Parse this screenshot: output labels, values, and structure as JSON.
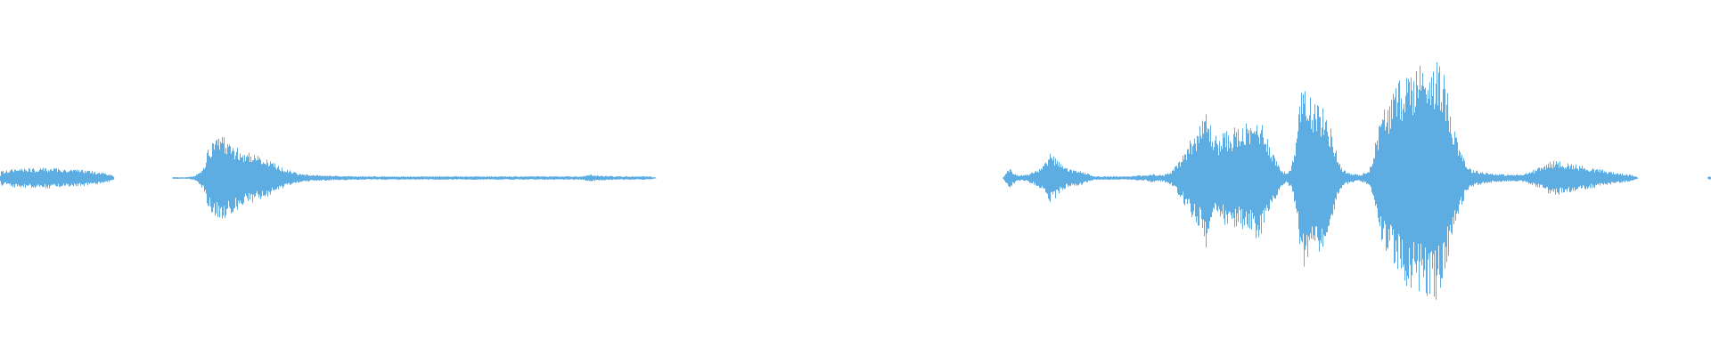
{
  "waveform": {
    "color": "#5dade2",
    "envelope": [
      [
        0,
        4
      ],
      [
        0.0008,
        10
      ],
      [
        0.002,
        8
      ],
      [
        0.006,
        10
      ],
      [
        0.012,
        12
      ],
      [
        0.02,
        11
      ],
      [
        0.03,
        12
      ],
      [
        0.04,
        10
      ],
      [
        0.05,
        9
      ],
      [
        0.06,
        6
      ],
      [
        0.066,
        3
      ],
      [
        0.0668,
        0
      ],
      [
        0.1,
        0
      ],
      [
        0.1008,
        1
      ],
      [
        0.11,
        1
      ],
      [
        0.114,
        3
      ],
      [
        0.117,
        8
      ],
      [
        0.119,
        16
      ],
      [
        0.121,
        30
      ],
      [
        0.123,
        40
      ],
      [
        0.126,
        45
      ],
      [
        0.129,
        48
      ],
      [
        0.131,
        47
      ],
      [
        0.134,
        44
      ],
      [
        0.137,
        38
      ],
      [
        0.14,
        34
      ],
      [
        0.145,
        30
      ],
      [
        0.15,
        26
      ],
      [
        0.155,
        22
      ],
      [
        0.16,
        18
      ],
      [
        0.165,
        12
      ],
      [
        0.17,
        8
      ],
      [
        0.175,
        5
      ],
      [
        0.18,
        4
      ],
      [
        0.19,
        3
      ],
      [
        0.21,
        2
      ],
      [
        0.25,
        2
      ],
      [
        0.3,
        2
      ],
      [
        0.34,
        2
      ],
      [
        0.345,
        4
      ],
      [
        0.35,
        3
      ],
      [
        0.36,
        2
      ],
      [
        0.38,
        2
      ],
      [
        0.382,
        1
      ],
      [
        0.384,
        0
      ],
      [
        0.586,
        0
      ],
      [
        0.588,
        6
      ],
      [
        0.59,
        12
      ],
      [
        0.592,
        8
      ],
      [
        0.595,
        3
      ],
      [
        0.6,
        4
      ],
      [
        0.605,
        8
      ],
      [
        0.61,
        14
      ],
      [
        0.614,
        28
      ],
      [
        0.617,
        24
      ],
      [
        0.621,
        14
      ],
      [
        0.625,
        10
      ],
      [
        0.63,
        9
      ],
      [
        0.636,
        5
      ],
      [
        0.64,
        2
      ],
      [
        0.65,
        2
      ],
      [
        0.66,
        2
      ],
      [
        0.665,
        3
      ],
      [
        0.67,
        3
      ],
      [
        0.673,
        5
      ],
      [
        0.676,
        4
      ],
      [
        0.68,
        4
      ],
      [
        0.685,
        8
      ],
      [
        0.69,
        22
      ],
      [
        0.694,
        38
      ],
      [
        0.698,
        52
      ],
      [
        0.702,
        60
      ],
      [
        0.705,
        80
      ],
      [
        0.707,
        65
      ],
      [
        0.71,
        50
      ],
      [
        0.713,
        45
      ],
      [
        0.716,
        55
      ],
      [
        0.719,
        50
      ],
      [
        0.722,
        60
      ],
      [
        0.725,
        55
      ],
      [
        0.728,
        62
      ],
      [
        0.731,
        58
      ],
      [
        0.734,
        68
      ],
      [
        0.737,
        66
      ],
      [
        0.74,
        55
      ],
      [
        0.743,
        35
      ],
      [
        0.746,
        22
      ],
      [
        0.749,
        10
      ],
      [
        0.752,
        6
      ],
      [
        0.754,
        10
      ],
      [
        0.757,
        30
      ],
      [
        0.759,
        70
      ],
      [
        0.761,
        100
      ],
      [
        0.763,
        118
      ],
      [
        0.765,
        110
      ],
      [
        0.767,
        90
      ],
      [
        0.77,
        88
      ],
      [
        0.773,
        80
      ],
      [
        0.776,
        70
      ],
      [
        0.779,
        50
      ],
      [
        0.782,
        25
      ],
      [
        0.785,
        10
      ],
      [
        0.79,
        5
      ],
      [
        0.795,
        4
      ],
      [
        0.8,
        8
      ],
      [
        0.803,
        30
      ],
      [
        0.806,
        60
      ],
      [
        0.809,
        80
      ],
      [
        0.812,
        90
      ],
      [
        0.815,
        100
      ],
      [
        0.818,
        110
      ],
      [
        0.821,
        120
      ],
      [
        0.824,
        125
      ],
      [
        0.827,
        128
      ],
      [
        0.83,
        130
      ],
      [
        0.833,
        134
      ],
      [
        0.836,
        136
      ],
      [
        0.839,
        140
      ],
      [
        0.842,
        128
      ],
      [
        0.845,
        112
      ],
      [
        0.848,
        80
      ],
      [
        0.851,
        55
      ],
      [
        0.854,
        35
      ],
      [
        0.857,
        18
      ],
      [
        0.86,
        10
      ],
      [
        0.865,
        8
      ],
      [
        0.87,
        6
      ],
      [
        0.875,
        5
      ],
      [
        0.88,
        4
      ],
      [
        0.885,
        4
      ],
      [
        0.89,
        4
      ],
      [
        0.895,
        8
      ],
      [
        0.9,
        12
      ],
      [
        0.905,
        18
      ],
      [
        0.91,
        20
      ],
      [
        0.915,
        18
      ],
      [
        0.92,
        16
      ],
      [
        0.925,
        14
      ],
      [
        0.93,
        12
      ],
      [
        0.935,
        10
      ],
      [
        0.94,
        8
      ],
      [
        0.945,
        6
      ],
      [
        0.95,
        5
      ],
      [
        0.955,
        3
      ],
      [
        0.958,
        0
      ],
      [
        0.998,
        0
      ],
      [
        0.999,
        2
      ],
      [
        1,
        2
      ]
    ]
  }
}
